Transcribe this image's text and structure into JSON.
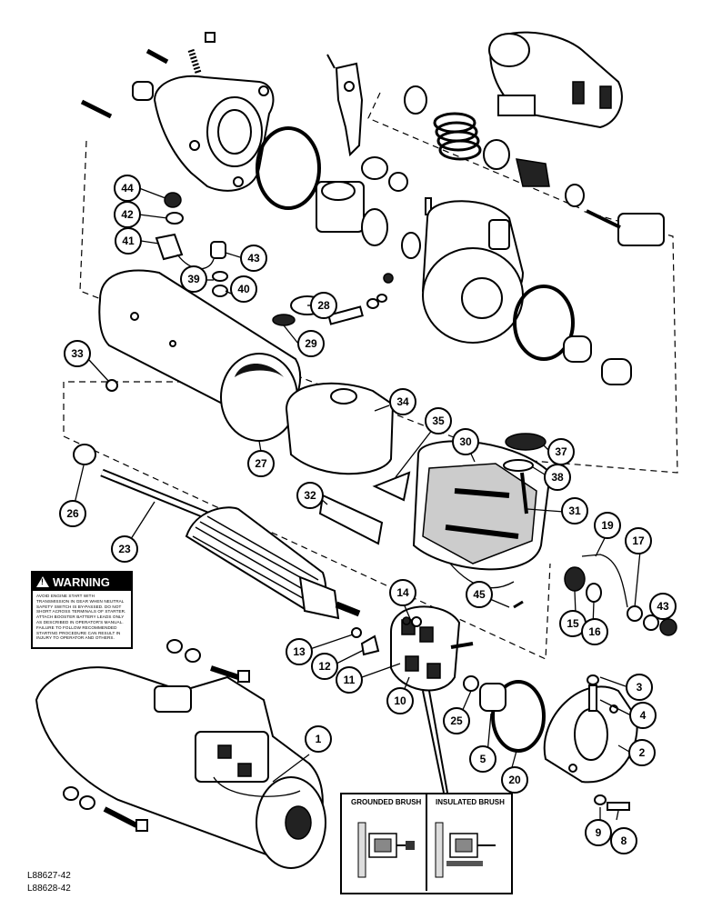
{
  "callouts": [
    "1",
    "2",
    "3",
    "4",
    "5",
    "8",
    "9",
    "10",
    "11",
    "12",
    "13",
    "14",
    "15",
    "16",
    "17",
    "19",
    "20",
    "23",
    "25",
    "26",
    "27",
    "28",
    "29",
    "30",
    "31",
    "32",
    "33",
    "34",
    "35",
    "37",
    "38",
    "39",
    "40",
    "41",
    "42",
    "43",
    "43",
    "44",
    "45"
  ],
  "warning": {
    "title": "WARNING",
    "body": "AVOID ENGINE START WITH TRANSMISSION IN GEAR WHEN NEUTRAL SAFETY SWITCH IS BY-PASSED. DO NOT SHORT ACROSS TERMINALS OF STARTER. ATTACH BOOSTER BATTERY LEADS ONLY AS DESCRIBED IN OPERATOR'S MANUAL. FAILURE TO FOLLOW RECOMMENDED STARTING PROCEDURE CAN RESULT IN INJURY TO OPERATOR AND OTHERS."
  },
  "brush_inset": {
    "left_label": "GROUNDED BRUSH",
    "right_label": "INSULATED BRUSH"
  },
  "ref_codes": [
    "L88627-42",
    "L88628-42"
  ]
}
